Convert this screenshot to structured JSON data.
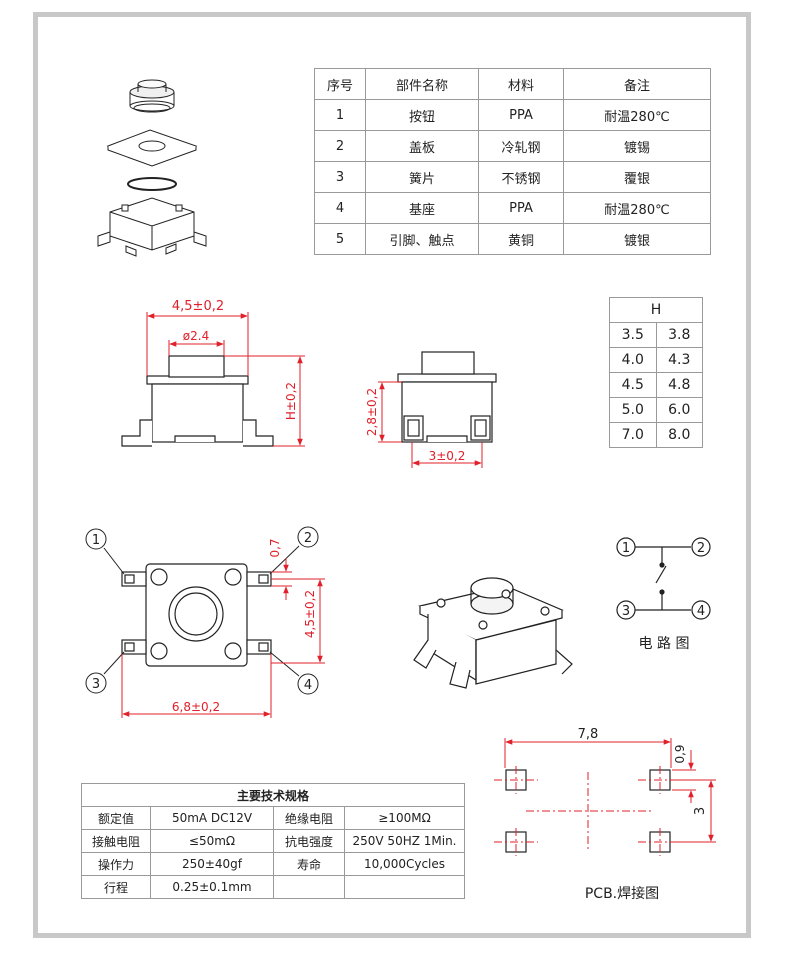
{
  "parts_table": {
    "headers": [
      "序号",
      "部件名称",
      "材料",
      "备注"
    ],
    "rows": [
      [
        "1",
        "按钮",
        "PPA",
        "耐温280℃"
      ],
      [
        "2",
        "盖板",
        "冷轧钢",
        "镀锡"
      ],
      [
        "3",
        "簧片",
        "不锈钢",
        "覆银"
      ],
      [
        "4",
        "基座",
        "PPA",
        "耐温280℃"
      ],
      [
        "5",
        "引脚、触点",
        "黄铜",
        "镀银"
      ]
    ]
  },
  "h_table": {
    "header": "H",
    "rows": [
      [
        "3.5",
        "3.8"
      ],
      [
        "4.0",
        "4.3"
      ],
      [
        "4.5",
        "4.8"
      ],
      [
        "5.0",
        "6.0"
      ],
      [
        "7.0",
        "8.0"
      ]
    ]
  },
  "dimensions": {
    "front_width": "4,5±0,2",
    "button_dia": "ø2.4",
    "height": "H±0,2",
    "side_height": "2,8±0,2",
    "side_width": "3±0,2",
    "top_pitch_small": "0,7",
    "top_height": "4,5±0,2",
    "top_width": "6,8±0,2",
    "pcb_width": "7,8",
    "pcb_pad": "0,9",
    "pcb_pitch": "3"
  },
  "callouts": [
    "1",
    "2",
    "3",
    "4"
  ],
  "circuit": {
    "nodes": [
      "1",
      "2",
      "3",
      "4"
    ],
    "caption": "电 路 图"
  },
  "pcb_caption": "PCB.焊接图",
  "spec_table": {
    "title": "主要技术规格",
    "rows": [
      [
        "额定值",
        "50mA DC12V",
        "绝缘电阻",
        "≥100MΩ"
      ],
      [
        "接触电阻",
        "≤50mΩ",
        "抗电强度",
        "250V 50HZ 1Min."
      ],
      [
        "操作力",
        "250±40gf",
        "寿命",
        "10,000Cycles"
      ],
      [
        "行程",
        "0.25±0.1mm",
        "",
        ""
      ]
    ]
  },
  "colors": {
    "dimension": "#e0202a",
    "line": "#222222",
    "frame": "#c8c8c8"
  }
}
